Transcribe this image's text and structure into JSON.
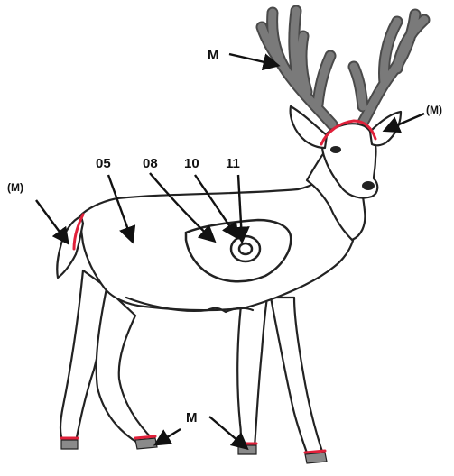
{
  "diagram": {
    "labels": {
      "m_antler": "M",
      "m_head": "(M)",
      "m_tail": "(M)",
      "m_hooves": "M",
      "zone_05": "05",
      "zone_08": "08",
      "zone_10": "10",
      "zone_11": "11"
    },
    "colors": {
      "antler": "#7a7a7a",
      "antler_outline": "#4a4a4a",
      "outline": "#222222",
      "marker": "#e0203a",
      "hoof": "#8a8a8a"
    }
  }
}
